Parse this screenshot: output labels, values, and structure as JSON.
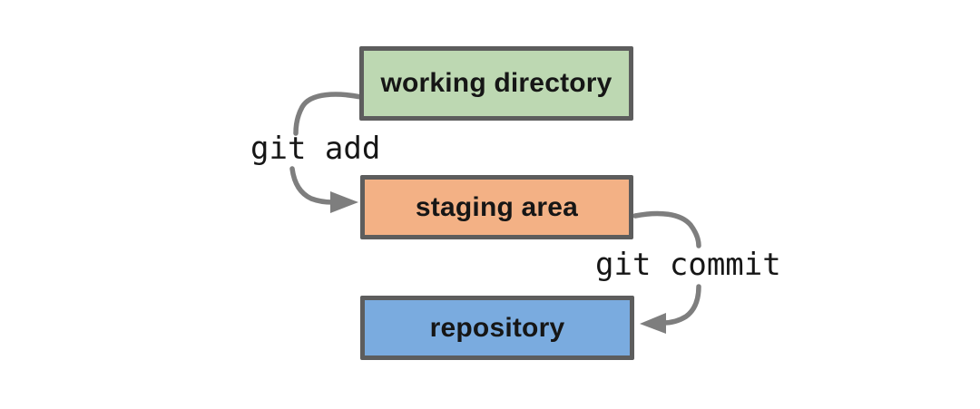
{
  "diagram": {
    "background": "#ffffff",
    "arrow_color": "#7e7e7e",
    "node_border_color": "#5d5d5d",
    "label_color": "#161616",
    "nodes": [
      {
        "id": "working-directory",
        "label": "working directory",
        "fill": "#bdd8b2",
        "border": "#5d5d5d"
      },
      {
        "id": "staging-area",
        "label": "staging area",
        "fill": "#f3b185",
        "border": "#5d5d5d"
      },
      {
        "id": "repository",
        "label": "repository",
        "fill": "#7aabdf",
        "border": "#5d5d5d"
      }
    ],
    "edges": [
      {
        "from": "working-directory",
        "to": "staging-area",
        "label": "git add"
      },
      {
        "from": "staging-area",
        "to": "repository",
        "label": "git commit"
      }
    ]
  }
}
